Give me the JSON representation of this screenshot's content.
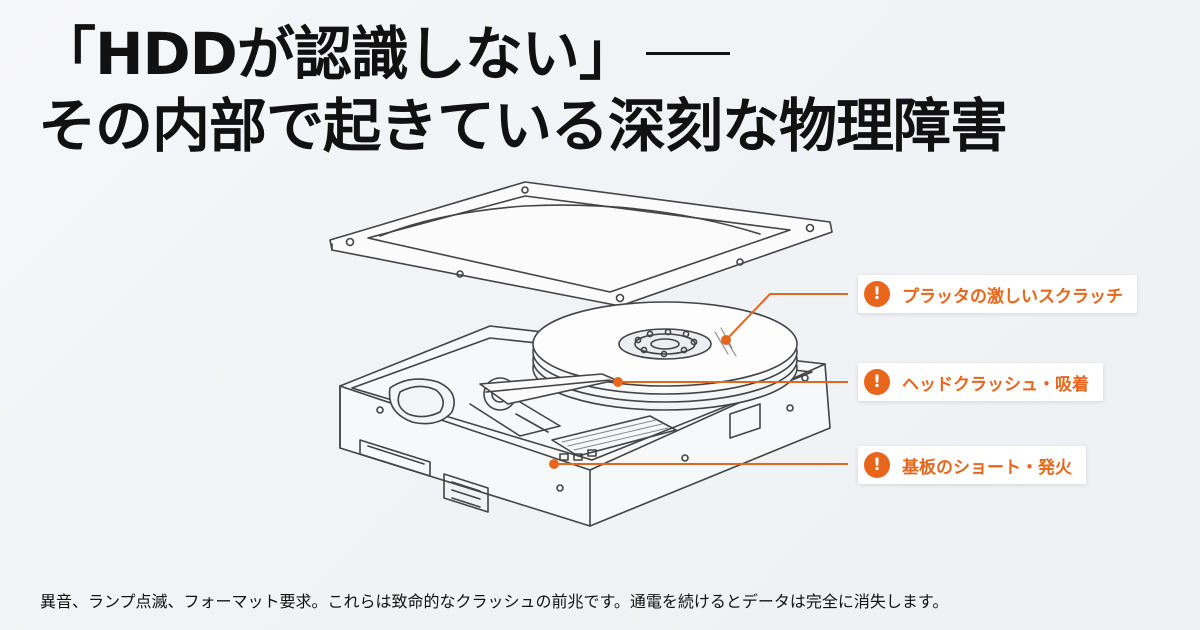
{
  "headline": {
    "line1": "「HDDが認識しない」",
    "line2": "その内部で起きている深刻な物理障害"
  },
  "callouts": [
    {
      "label": "プラッタの激しいスクラッチ",
      "icon": "exclamation-icon"
    },
    {
      "label": "ヘッドクラッシュ・吸着",
      "icon": "exclamation-icon"
    },
    {
      "label": "基板のショート・発火",
      "icon": "exclamation-icon"
    }
  ],
  "caption": "異音、ランプ点滅、フォーマット要求。これらは致命的なクラッシュの前兆です。通電を続けるとデータは完全に消失します。",
  "colors": {
    "accent": "#e8661c",
    "text": "#111111",
    "line_art": "#444444",
    "background": "#f2f3f6"
  }
}
